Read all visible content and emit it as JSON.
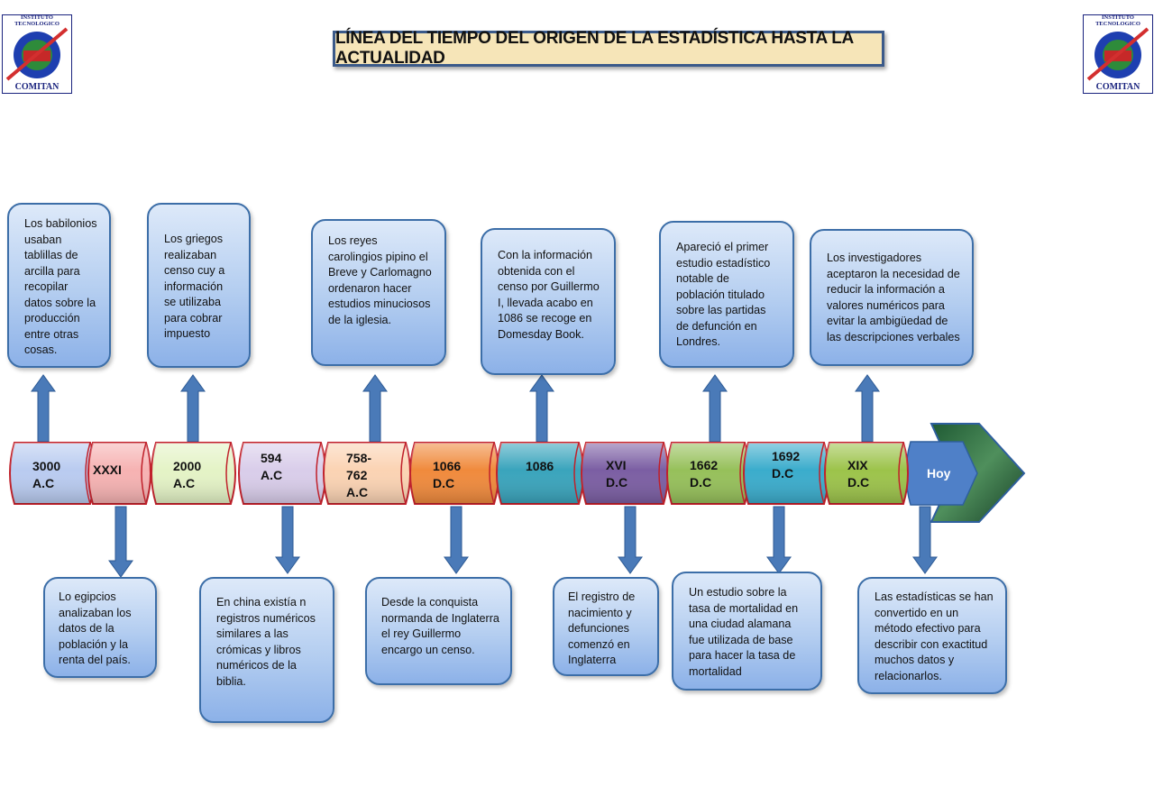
{
  "title": "LÍNEA DEL TIEMPO DEL ORIGEN DE LA ESTADÍSTICA HASTA LA ACTUALIDAD",
  "logo": {
    "top_text": "INSTITUTO TECNOLOGICO",
    "bottom_text": "COMITAN"
  },
  "periods": [
    {
      "label": "3000\nA.C",
      "color": "#b9cbf0"
    },
    {
      "label": "XXXI",
      "color": "#f6b2b2"
    },
    {
      "label": "2000\nA.C",
      "color": "#e4f3c6"
    },
    {
      "label": "594\nA.C",
      "color": "#d9cdea"
    },
    {
      "label": "758-\n762\nA.C",
      "color": "#fbd3b3"
    },
    {
      "label": "1066\nD.C",
      "color": "#f08a3c"
    },
    {
      "label": "1086",
      "color": "#39a4bc"
    },
    {
      "label": "XVI\nD.C",
      "color": "#7b5ea3"
    },
    {
      "label": "1662\nD.C",
      "color": "#96c05a"
    },
    {
      "label": "1692\nD.C",
      "color": "#3aaccc"
    },
    {
      "label": "XIX\nD.C",
      "color": "#9cc34a"
    },
    {
      "label": "Hoy",
      "color": "#4f80c8"
    }
  ],
  "events_top": [
    "Los babilonios usaban tablillas de arcilla para recopilar datos sobre la producción entre otras cosas.",
    "Los griegos realizaban censo cuy a información se utilizaba para cobrar impuesto",
    "Los reyes carolingios pipino el Breve y Carlomagno ordenaron hacer estudios minuciosos de la iglesia.",
    "Con la información obtenida con el censo por Guillermo I, llevada acabo en 1086 se recoge en Domesday Book.",
    "Apareció el primer estudio estadístico notable de población titulado sobre las partidas de defunción en Londres.",
    "Los investigadores aceptaron la necesidad de reducir la información a valores numéricos para evitar la ambigüedad de las descripciones verbales"
  ],
  "events_bottom": [
    "Lo egipcios analizaban los datos de la población y la renta del país.",
    "En china existía n registros numéricos similares a las crómicas y libros numéricos de la biblia.",
    "Desde la conquista normanda de Inglaterra el rey Guillermo encargo un censo.",
    "El registro de nacimiento y defunciones comenzó en Inglaterra",
    "Un estudio sobre la tasa de mortalidad en una ciudad alamana fue utilizada de base para hacer la tasa de mortalidad",
    "Las estadísticas se han convertido en un método efectivo para describir con exactitud muchos datos y relacionarlos."
  ],
  "colors": {
    "card_border": "#3c6ea8",
    "arrow": "#4a7ab8",
    "cylinder_border": "#c0202a",
    "arrow_head": "#2b6a40"
  }
}
